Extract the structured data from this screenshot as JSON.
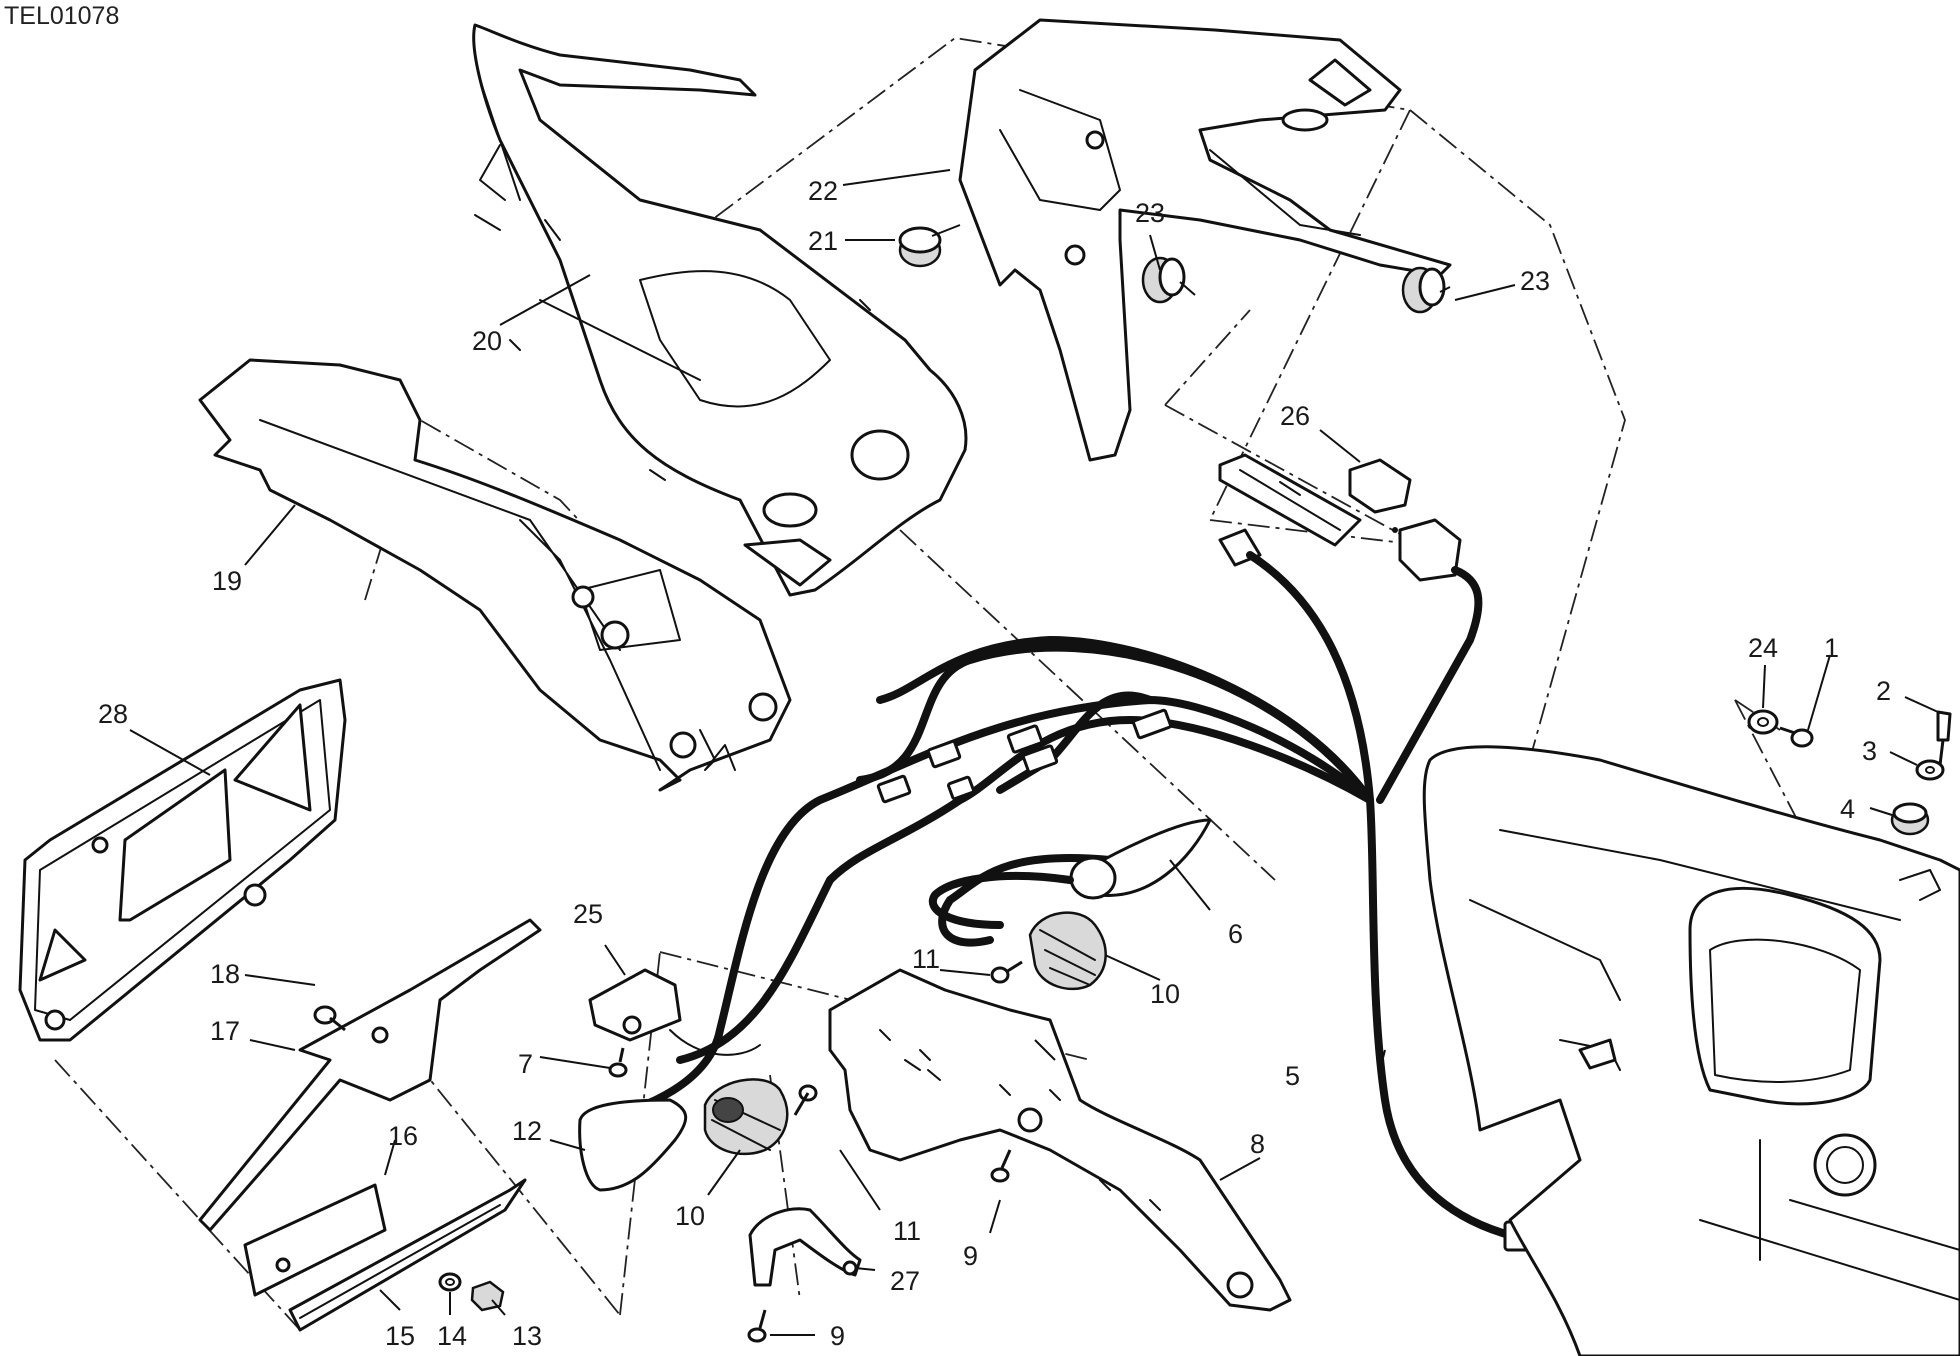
{
  "drawing_id": "TEL01078",
  "callouts": {
    "c1": "1",
    "c2": "2",
    "c3": "3",
    "c4": "4",
    "c5": "5",
    "c6": "6",
    "c7": "7",
    "c8": "8",
    "c9a": "9",
    "c9b": "9",
    "c10a": "10",
    "c10b": "10",
    "c11a": "11",
    "c11b": "11",
    "c12": "12",
    "c13": "13",
    "c14": "14",
    "c15": "15",
    "c16": "16",
    "c17": "17",
    "c18": "18",
    "c19": "19",
    "c20": "20",
    "c21": "21",
    "c22": "22",
    "c23a": "23",
    "c23b": "23",
    "c24": "24",
    "c25": "25",
    "c26": "26",
    "c27": "27",
    "c28": "28"
  }
}
